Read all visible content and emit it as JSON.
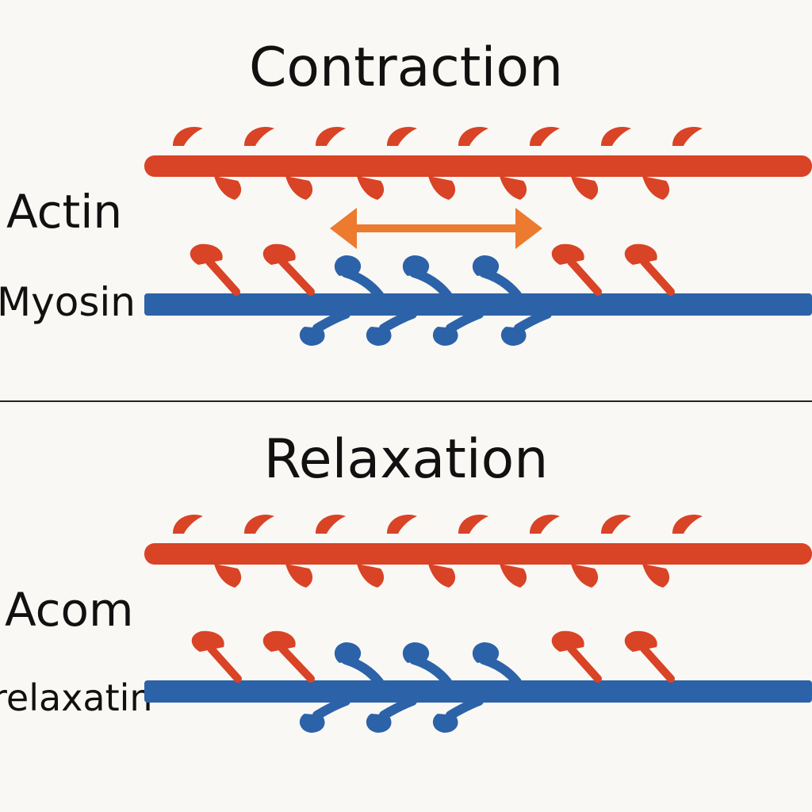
{
  "contraction": {
    "title": "Contraction",
    "actin_label": "Actin",
    "myosin_label": "Myosin"
  },
  "relaxation": {
    "title": "Relaxation",
    "actin_label": "Acom",
    "myosin_label": "relaxatin"
  },
  "colors": {
    "background": "#f9f8f4",
    "actin": "#d94326",
    "myosin": "#2c62a8",
    "arrow": "#ec7a2f",
    "text": "#111111"
  },
  "icons": [
    "double-headed-arrow-icon"
  ]
}
